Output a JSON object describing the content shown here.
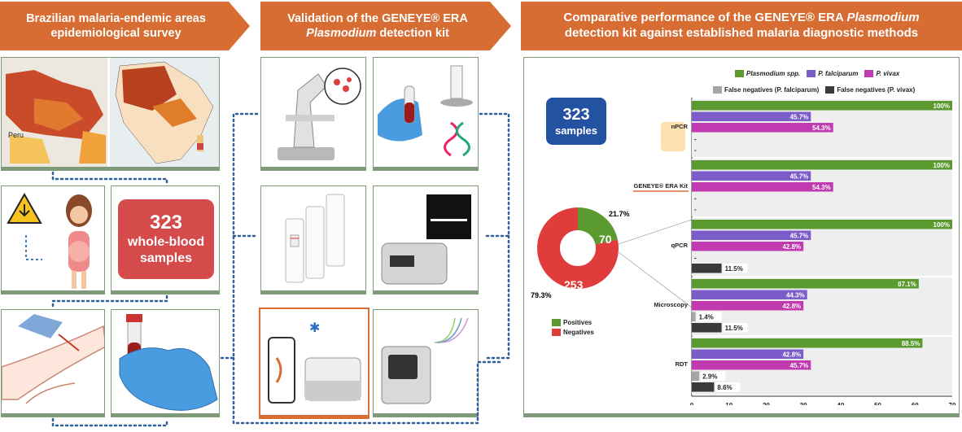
{
  "headers": {
    "h1": "Brazilian malaria-endemic areas epidemiological survey",
    "h2_line1": "Validation of the GENEYE® ERA",
    "h2_line2_italic": "Plasmodium",
    "h2_line2_rest": " detection kit",
    "h3_line1": "Comparative performance of the GENEYE® ERA ",
    "h3_line1_italic": "Plasmodium",
    "h3_line2": "detection kit against established malaria diagnostic methods"
  },
  "map": {
    "label_peru": "Peru"
  },
  "samples_box": {
    "number": "323",
    "label_line1": "whole-blood",
    "label_line2": "samples"
  },
  "donut": {
    "box_number": "323",
    "box_label": "samples",
    "positives_value": "70",
    "negatives_value": "253",
    "positives_pct": "21.7%",
    "negatives_pct": "79.3%",
    "legend_positives": "Positives",
    "legend_negatives": "Negatives",
    "positives_color": "#5a9a2e",
    "negatives_color": "#e03c3c"
  },
  "chart_data": {
    "type": "bar",
    "orientation": "horizontal",
    "categories": [
      "nPCR",
      "GENEYE® ERA Kit",
      "qPCR",
      "Microscopy",
      "RDT"
    ],
    "series": [
      {
        "name": "Plasmodium spp.",
        "color": "#5a9a2e",
        "values": [
          70,
          70,
          70,
          61,
          62
        ],
        "labels": [
          "100%",
          "100%",
          "100%",
          "87.1%",
          "88.5%"
        ]
      },
      {
        "name": "P. falciparum",
        "color": "#7b5cc9",
        "values": [
          32,
          32,
          32,
          31,
          30
        ],
        "labels": [
          "45.7%",
          "45.7%",
          "45.7%",
          "44.3%",
          "42.8%"
        ]
      },
      {
        "name": "P. vivax",
        "color": "#c23ab0",
        "values": [
          38,
          38,
          30,
          30,
          32
        ],
        "labels": [
          "54.3%",
          "54.3%",
          "42.8%",
          "42.8%",
          "45.7%"
        ]
      },
      {
        "name": "False negatives (P. falciparum)",
        "color": "#a6a6a6",
        "values": [
          0,
          0,
          0,
          1,
          2
        ],
        "labels": [
          "-",
          "-",
          "-",
          "1.4%",
          "2.9%"
        ]
      },
      {
        "name": "False negatives (P. vivax)",
        "color": "#3a3a3a",
        "values": [
          0,
          0,
          8,
          8,
          6
        ],
        "labels": [
          "-",
          "-",
          "11.5%",
          "11.5%",
          "8.6%"
        ]
      }
    ],
    "xlim": [
      0,
      70
    ],
    "xticks": [
      "0",
      "10",
      "20",
      "30",
      "40",
      "50",
      "60",
      "70"
    ],
    "legend_row1": [
      {
        "text": "Plasmodium spp.",
        "italic": true
      },
      {
        "text": "P. falciparum",
        "italic": true
      },
      {
        "text": "P. vivax",
        "italic": true
      }
    ],
    "legend_row2": [
      {
        "text": "False negatives (P. falciparum)"
      },
      {
        "text": "False negatives (P. vivax)"
      }
    ]
  }
}
